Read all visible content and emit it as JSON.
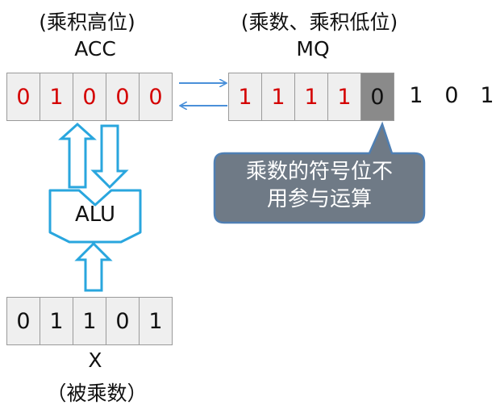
{
  "acc": {
    "caption": "(乘积高位)",
    "name": "ACC",
    "bits": [
      {
        "v": "0",
        "color": "red"
      },
      {
        "v": "1",
        "color": "red"
      },
      {
        "v": "0",
        "color": "red"
      },
      {
        "v": "0",
        "color": "red"
      },
      {
        "v": "0",
        "color": "red"
      }
    ]
  },
  "mq": {
    "caption": "(乘数、乘积低位)",
    "name": "MQ",
    "bits": [
      {
        "v": "1",
        "color": "red"
      },
      {
        "v": "1",
        "color": "red"
      },
      {
        "v": "1",
        "color": "red"
      },
      {
        "v": "1",
        "color": "red"
      },
      {
        "v": "0",
        "color": "gray"
      }
    ],
    "shifted_out": [
      "1",
      "0",
      "1"
    ]
  },
  "alu": {
    "label": "ALU"
  },
  "x": {
    "bits": [
      "0",
      "1",
      "1",
      "0",
      "1"
    ],
    "name": "X",
    "caption": "（被乘数）"
  },
  "callout": {
    "line1": "乘数的符号位不",
    "line2": "用参与运算"
  },
  "colors": {
    "arrow": "#29a6de",
    "connector": "#4a90d9",
    "red_bit": "#d40000",
    "sign_bit": "#8a8a8a",
    "callout_fill": "#6f7a86",
    "callout_border": "#4f7fb3"
  }
}
